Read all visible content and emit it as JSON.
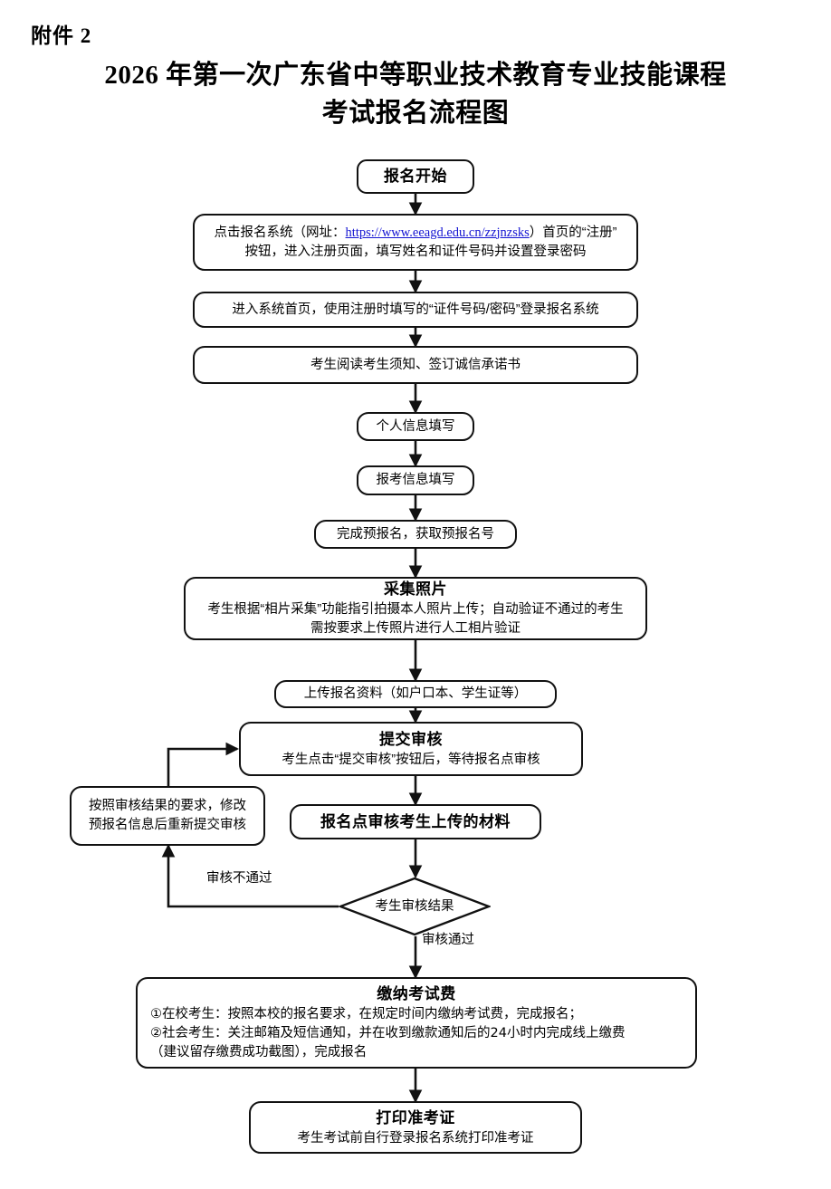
{
  "document": {
    "attachment_label": "附件 2",
    "title_line1": "2026 年第一次广东省中等职业技术教育专业技能课程",
    "title_line2": "考试报名流程图"
  },
  "colors": {
    "line": "#111111",
    "text": "#000000",
    "link": "#1414d2",
    "background": "#ffffff"
  },
  "flowchart": {
    "type": "flowchart",
    "nodes": [
      {
        "id": "start",
        "shape": "terminator",
        "head": "报名开始"
      },
      {
        "id": "register",
        "shape": "process",
        "text_before_link": "点击报名系统（网址：",
        "link_text": "https://www.eeagd.edu.cn/zzjnzsks",
        "text_after_link": "）首页的“注册”",
        "line2": "按钮，进入注册页面，填写姓名和证件号码并设置登录密码"
      },
      {
        "id": "login",
        "shape": "process",
        "text": "进入系统首页，使用注册时填写的“证件号码/密码”登录报名系统"
      },
      {
        "id": "read-notice",
        "shape": "process",
        "text": "考生阅读考生须知、签订诚信承诺书"
      },
      {
        "id": "personal-info",
        "shape": "process",
        "text": "个人信息填写"
      },
      {
        "id": "exam-info",
        "shape": "process",
        "text": "报考信息填写"
      },
      {
        "id": "pre-register",
        "shape": "process",
        "text": "完成预报名，获取预报名号"
      },
      {
        "id": "collect-photo",
        "shape": "process",
        "head": "采集照片",
        "line1": "考生根据“相片采集”功能指引拍摄本人照片上传；自动验证不通过的考生",
        "line2": "需按要求上传照片进行人工相片验证"
      },
      {
        "id": "upload-materials",
        "shape": "process",
        "text": "上传报名资料（如户口本、学生证等）"
      },
      {
        "id": "submit-review",
        "shape": "process",
        "head": "提交审核",
        "line1": "考生点击“提交审核”按钮后，等待报名点审核"
      },
      {
        "id": "site-review",
        "shape": "process",
        "text": "报名点审核考生上传的材料"
      },
      {
        "id": "modify-resubmit",
        "shape": "process",
        "line1": "按照审核结果的要求，修改",
        "line2": "预报名信息后重新提交审核"
      },
      {
        "id": "decision",
        "shape": "diamond",
        "text": "考生审核结果"
      },
      {
        "id": "pay-fee",
        "shape": "process",
        "head": "缴纳考试费",
        "line1": "①在校考生：按照本校的报名要求，在规定时间内缴纳考试费，完成报名；",
        "line2": "②社会考生：关注邮箱及短信通知，并在收到缴款通知后的24小时内完成线上缴费",
        "line3": "（建议留存缴费成功截图），完成报名"
      },
      {
        "id": "print-admission",
        "shape": "process",
        "head": "打印准考证",
        "line1": "考生考试前自行登录报名系统打印准考证"
      }
    ],
    "edge_labels": [
      {
        "id": "fail-label",
        "text": "审核不通过"
      },
      {
        "id": "pass-label",
        "text": "审核通过"
      }
    ]
  }
}
